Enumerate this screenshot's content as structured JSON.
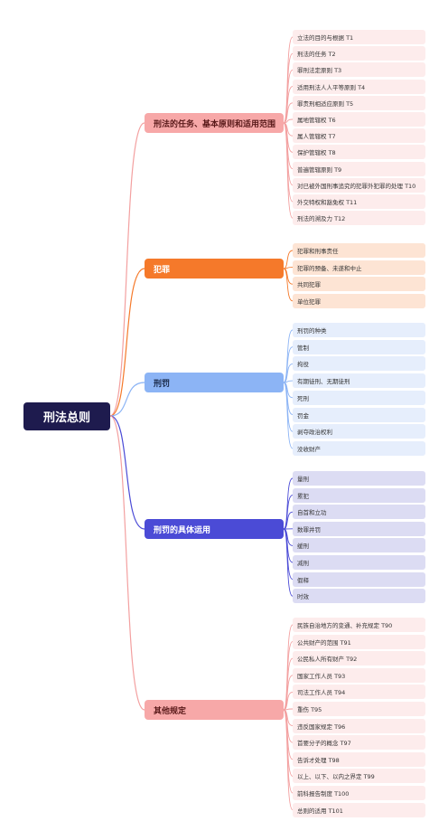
{
  "root": {
    "label": "刑法总则"
  },
  "branches": [
    {
      "label": "刑法的任务、基本原则和适用范围",
      "bg": "#f7a8a8",
      "fg": "#5a1a1a",
      "line": "#f3a0a0",
      "leafBg": "#fdecec",
      "items": [
        "立法的目的与根据 T1",
        "刑法的任务 T2",
        "罪刑法定原则 T3",
        "适用刑法人人平等原则 T4",
        "罪责刑相适应原则 T5",
        "属地管辖权 T6",
        "属人管辖权 T7",
        "保护管辖权 T8",
        "普遍管辖原则 T9",
        "对已被外国刑事追究的犯罪外犯罪的处理 T10",
        "外交特权和豁免权 T11",
        "刑法的溯及力 T12"
      ]
    },
    {
      "label": "犯罪",
      "bg": "#f5792a",
      "fg": "#ffffff",
      "line": "#f5792a",
      "leafBg": "#fde4d4",
      "items": [
        "犯罪和刑事责任",
        "犯罪的预备、未遂和中止",
        "共同犯罪",
        "单位犯罪"
      ]
    },
    {
      "label": "刑罚",
      "bg": "#8cb4f5",
      "fg": "#1a2a4a",
      "line": "#8cb4f5",
      "leafBg": "#e6eefc",
      "items": [
        "刑罚的种类",
        "管制",
        "拘役",
        "有期徒刑、无期徒刑",
        "死刑",
        "罚金",
        "剥夺政治权利",
        "没收财产"
      ]
    },
    {
      "label": "刑罚的具体运用",
      "bg": "#4b4bd6",
      "fg": "#ffffff",
      "line": "#4b4bd6",
      "leafBg": "#dcdcf3",
      "items": [
        "量刑",
        "累犯",
        "自首和立功",
        "数罪并罚",
        "缓刑",
        "减刑",
        "假释",
        "时效"
      ]
    },
    {
      "label": "其他规定",
      "bg": "#f7a8a8",
      "fg": "#5a1a1a",
      "line": "#f3a0a0",
      "leafBg": "#fdecec",
      "items": [
        "民族自治地方的变通、补充规定 T90",
        "公共财产的范围 T91",
        "公民私人所有财产 T92",
        "国家工作人员 T93",
        "司法工作人员 T94",
        "重伤 T95",
        "违反国家规定 T96",
        "首要分子的概念 T97",
        "告诉才处理 T98",
        "以上、以下、以内之界定 T99",
        "前科报告制度 T100",
        "总则的适用 T101"
      ]
    }
  ]
}
